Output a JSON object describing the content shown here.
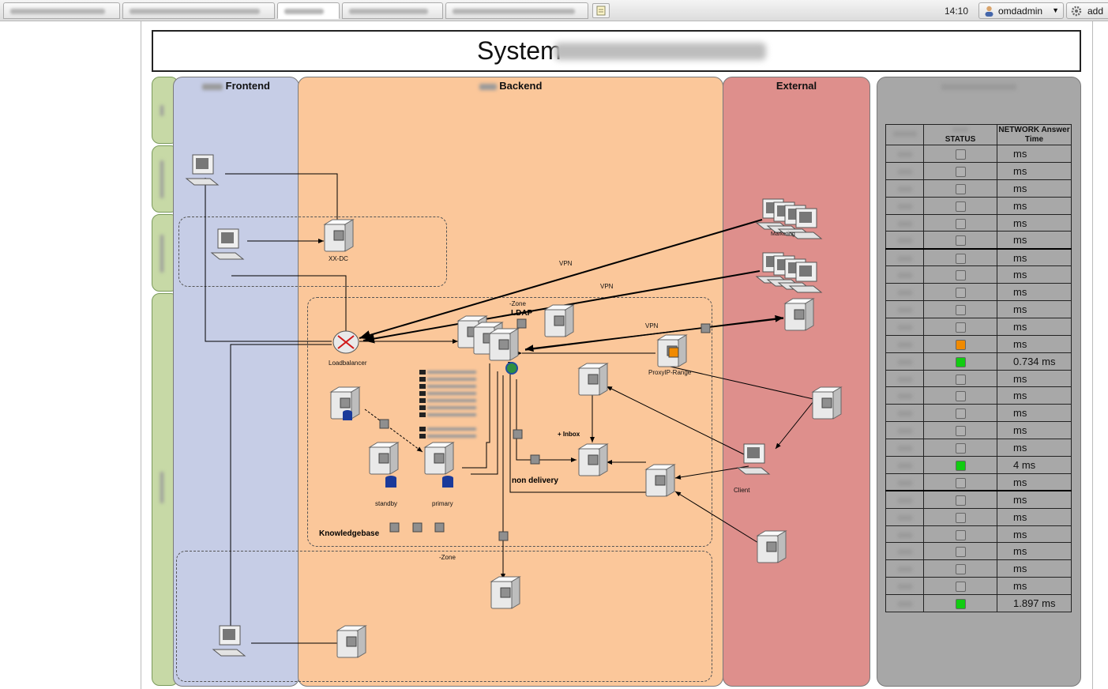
{
  "tabbar": {
    "clock": "14:10",
    "user": "omdadmin",
    "add_label": "add"
  },
  "map": {
    "title": "System",
    "lanes": {
      "frontend": "Frontend",
      "backend": "Backend",
      "external": "External"
    },
    "labels": {
      "xx_dc": "XX-DC",
      "vpn": "VPN",
      "zone_upper": "-Zone",
      "ldap": "LDAP",
      "loadbalancer": "Loadbalancer",
      "proxy": "ProxyIP-Range",
      "inbox": "+ Inbox",
      "non_delivery": "non delivery",
      "standby": "standby",
      "primary": "primary",
      "knowledgebase": "Knowledgebase",
      "zone_lower": "-Zone",
      "client": "Client",
      "marketing": "Marketing"
    }
  },
  "status_table": {
    "headers": [
      "",
      "STATUS",
      "NETWORK Answer Time"
    ],
    "rows": [
      {
        "status": "unknown",
        "time": "ms"
      },
      {
        "status": "unknown",
        "time": "ms"
      },
      {
        "status": "unknown",
        "time": "ms"
      },
      {
        "status": "unknown",
        "time": "ms"
      },
      {
        "status": "unknown",
        "time": "ms"
      },
      {
        "status": "unknown",
        "time": "ms"
      },
      {
        "status": "unknown",
        "time": "ms"
      },
      {
        "status": "unknown",
        "time": "ms"
      },
      {
        "status": "unknown",
        "time": "ms"
      },
      {
        "status": "unknown",
        "time": "ms"
      },
      {
        "status": "unknown",
        "time": "ms"
      },
      {
        "status": "warning",
        "time": "ms"
      },
      {
        "status": "ok",
        "time": "0.734 ms"
      },
      {
        "status": "unknown",
        "time": "ms"
      },
      {
        "status": "unknown",
        "time": "ms"
      },
      {
        "status": "unknown",
        "time": "ms"
      },
      {
        "status": "unknown",
        "time": "ms"
      },
      {
        "status": "unknown",
        "time": "ms"
      },
      {
        "status": "ok",
        "time": "4 ms"
      },
      {
        "status": "unknown",
        "time": "ms"
      },
      {
        "status": "unknown",
        "time": "ms"
      },
      {
        "status": "unknown",
        "time": "ms"
      },
      {
        "status": "unknown",
        "time": "ms"
      },
      {
        "status": "unknown",
        "time": "ms"
      },
      {
        "status": "unknown",
        "time": "ms"
      },
      {
        "status": "unknown",
        "time": "ms"
      },
      {
        "status": "ok",
        "time": "1.897 ms"
      }
    ],
    "status_colors": {
      "unknown": "#b0b0b0",
      "warning": "#f08a00",
      "ok": "#11cc11"
    }
  }
}
